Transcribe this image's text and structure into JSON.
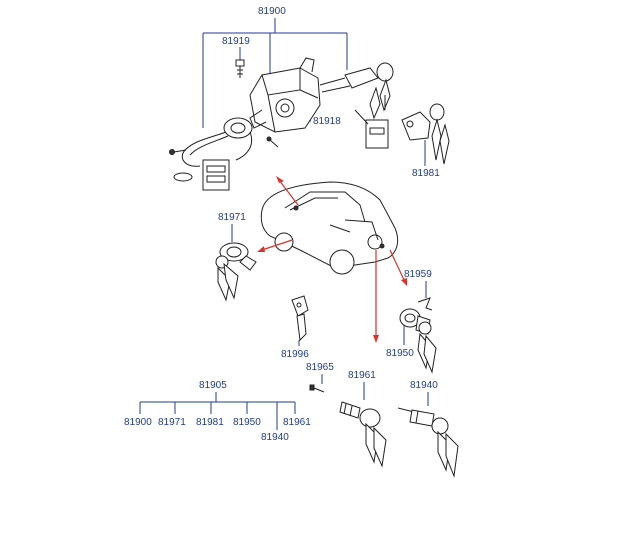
{
  "callouts": {
    "c81900_top": "81900",
    "c81919": "81919",
    "c81918": "81918",
    "c81981_top": "81981",
    "c81971_mid": "81971",
    "c81959": "81959",
    "c81950_mid": "81950",
    "c81996": "81996",
    "c81965": "81965",
    "c81961_mid": "81961",
    "c81940_mid": "81940"
  },
  "kit": {
    "title": "81905",
    "items": [
      "81900",
      "81971",
      "81981",
      "81950",
      "81961"
    ],
    "extra": "81940"
  },
  "colors": {
    "label": "#1f3a9a",
    "arrow": "#e0302a",
    "part": "#222222"
  }
}
